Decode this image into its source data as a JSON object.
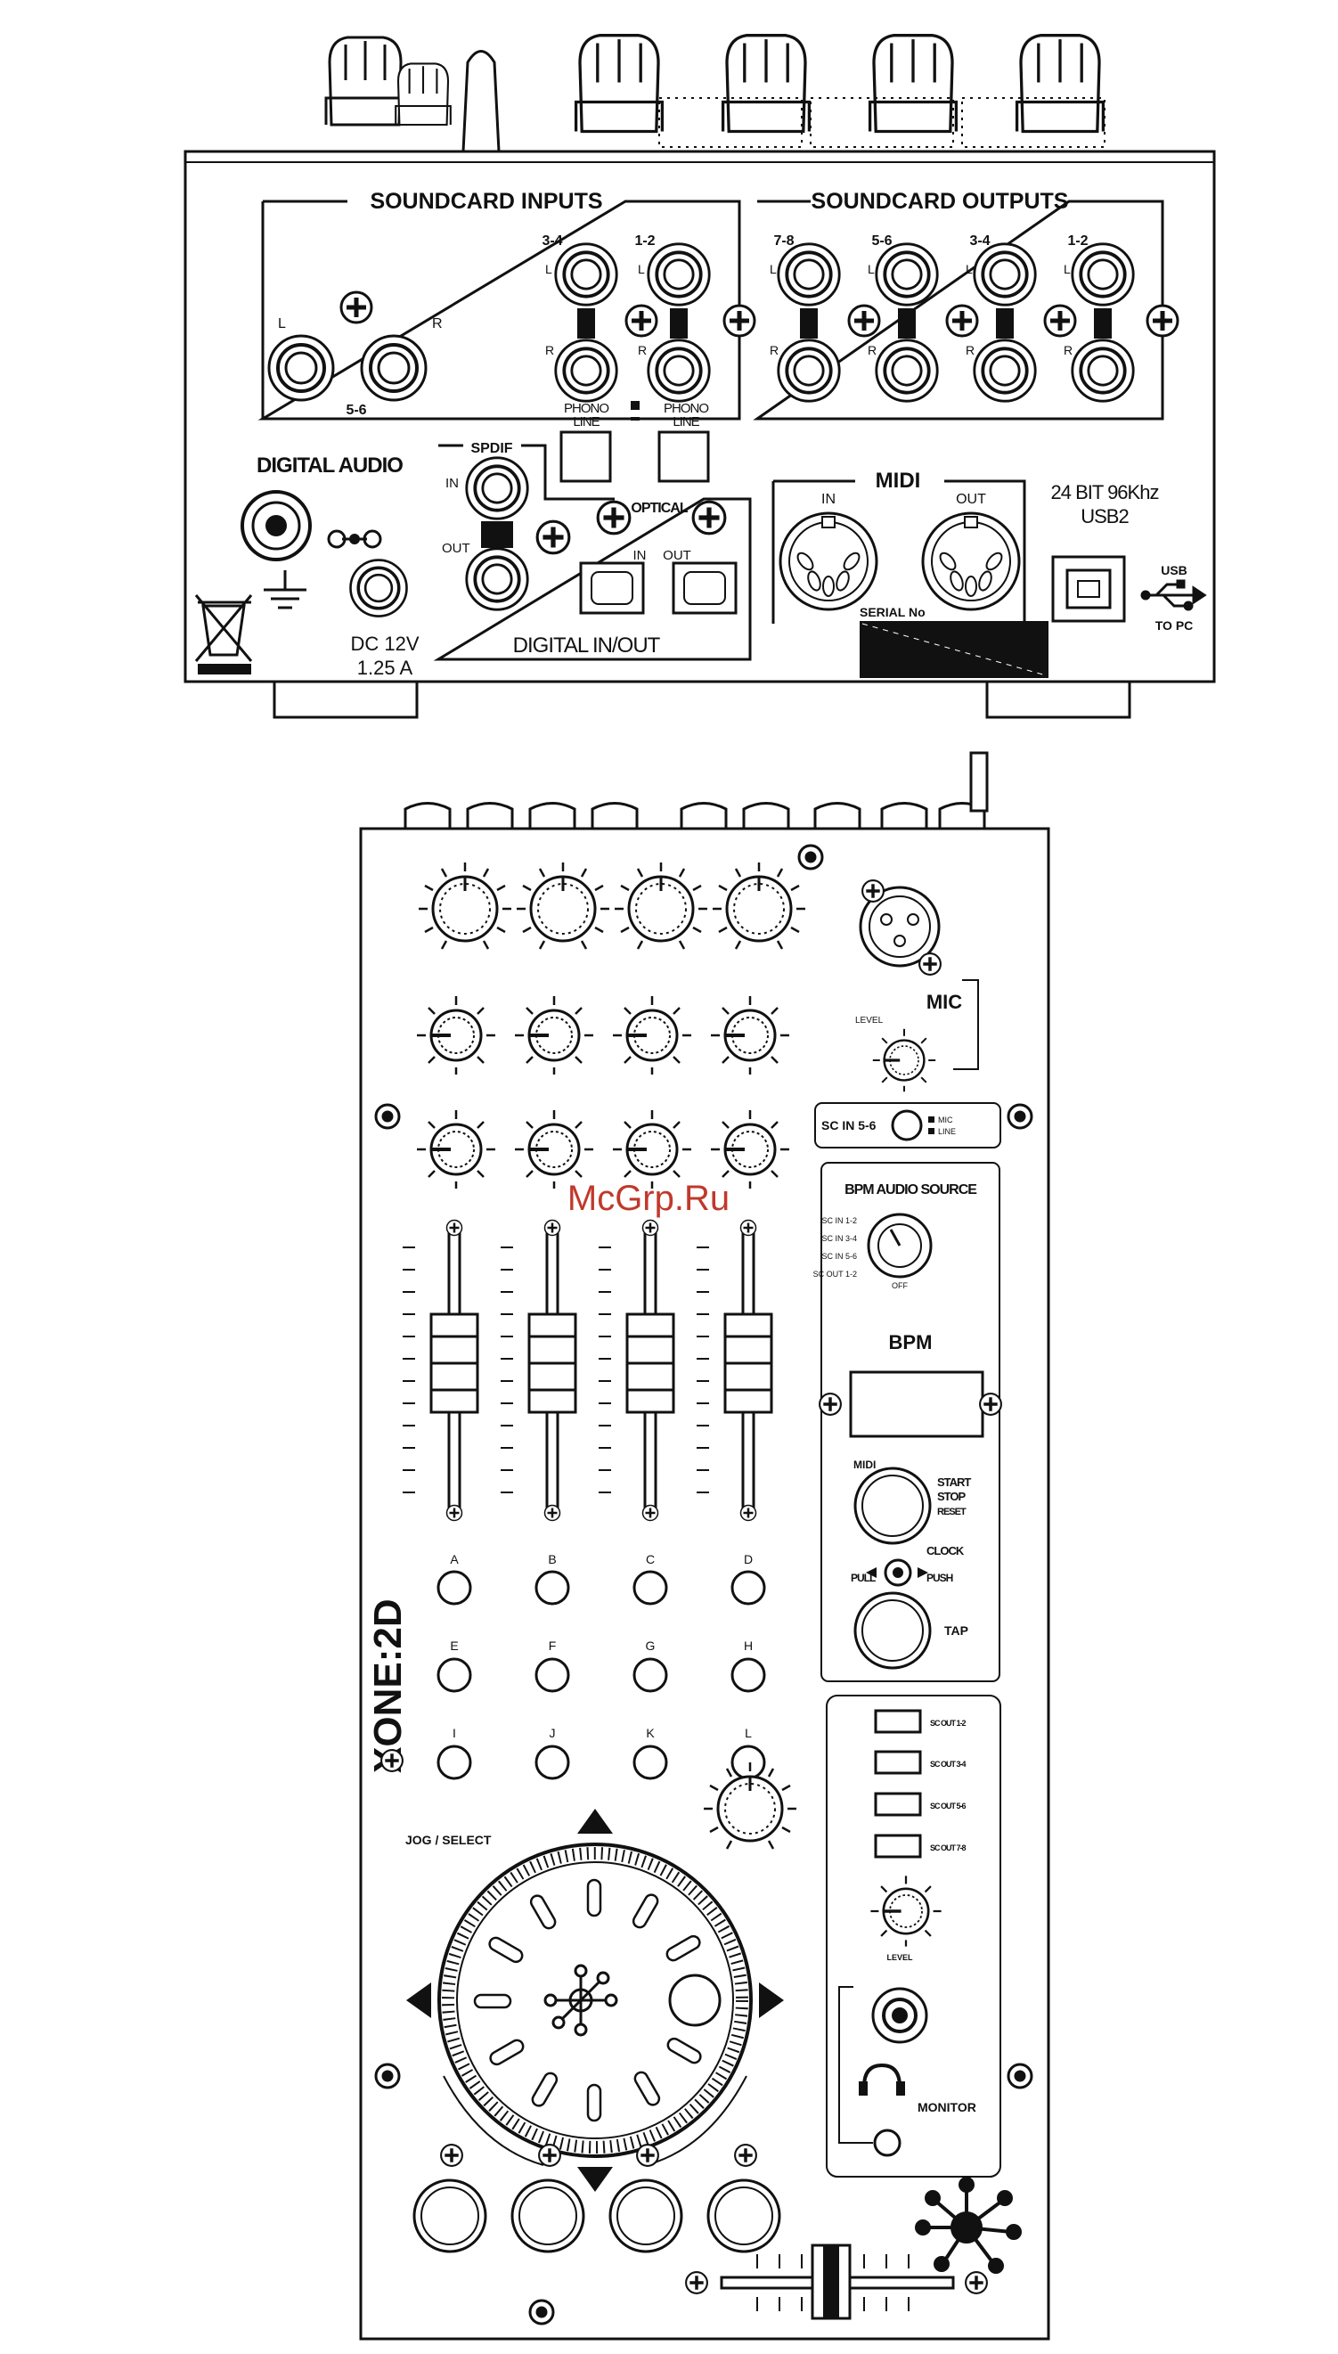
{
  "rear_panel": {
    "soundcard_inputs_title": "SOUNDCARD INPUTS",
    "soundcard_outputs_title": "SOUNDCARD OUTPUTS",
    "input_pair_labels": [
      "3-4",
      "1-2"
    ],
    "output_pair_labels": [
      "7-8",
      "5-6",
      "3-4",
      "1-2"
    ],
    "left": "L",
    "right": "R",
    "input_56_label": "5-6",
    "phono_line_label_top": "PHONO",
    "phono_line_label_bottom": "LINE",
    "digital_audio_label": "DIGITAL AUDIO",
    "spdif_label": "SPDIF",
    "optical_label": "OPTICAL",
    "in_label": "IN",
    "out_label": "OUT",
    "digital_inout_label": "DIGITAL IN/OUT",
    "dc_label": "DC 12V",
    "current_label": "1.25 A",
    "midi_label": "MIDI",
    "midi_in": "IN",
    "midi_out": "OUT",
    "bit_rate_label": "24 BIT 96Khz",
    "usb_version_label": "USB2",
    "serial_label": "SERIAL No",
    "usb_label": "USB",
    "to_pc_label": "TO PC"
  },
  "top_panel": {
    "watermark": "McGrp.Ru",
    "mic_label": "MIC",
    "level_label": "LEVEL",
    "sc_in_label": "SC IN 5-6",
    "mic_line_top": "MIC",
    "mic_line_bottom": "LINE",
    "bpm_audio_source_label": "BPM AUDIO SOURCE",
    "bpm_sources": [
      "SC IN 1-2",
      "SC IN 3-4",
      "SC IN 5-6",
      "SC OUT 1-2"
    ],
    "bpm_off": "OFF",
    "bpm_label": "BPM",
    "midi_button_label": "MIDI",
    "start_label": "START",
    "stop_label": "STOP",
    "reset_label": "RESET",
    "clock_label": "CLOCK",
    "pull_label": "PULL",
    "push_label": "PUSH",
    "tap_label": "TAP",
    "button_letters": [
      "A",
      "B",
      "C",
      "D",
      "E",
      "F",
      "G",
      "H",
      "I",
      "J",
      "K",
      "L"
    ],
    "brand": "XONE:2D",
    "jog_label": "JOG / SELECT",
    "sc_out_labels": [
      "SC OUT 1-2",
      "SC OUT 3-4",
      "SC OUT 5-6",
      "SC OUT 7-8"
    ],
    "monitor_label": "MONITOR",
    "monitor_level_label": "LEVEL"
  }
}
